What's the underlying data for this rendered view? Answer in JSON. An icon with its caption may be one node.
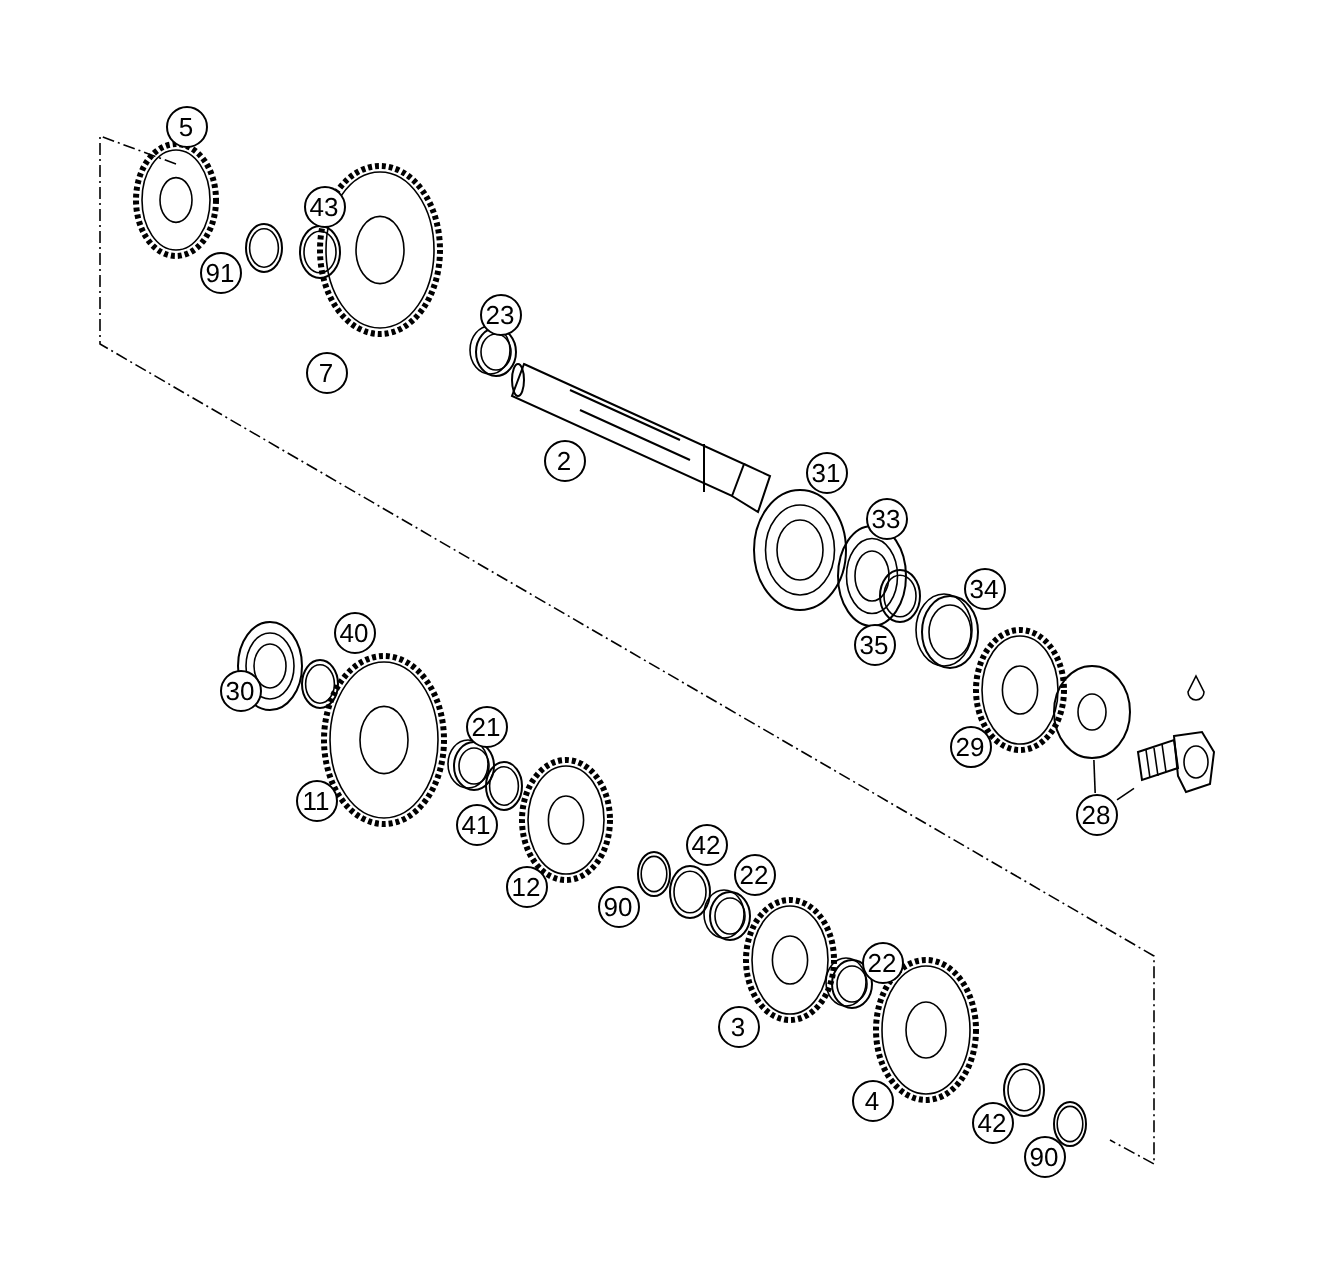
{
  "diagram": {
    "nodes": [
      {
        "text": [
          "5"
        ]
      },
      {
        "text": [
          "43"
        ]
      },
      {
        "text": [
          "91"
        ]
      },
      {
        "text": [
          "23"
        ]
      },
      {
        "text": [
          "7"
        ]
      },
      {
        "text": [
          "2"
        ]
      },
      {
        "text": [
          "31"
        ]
      },
      {
        "text": [
          "33"
        ]
      },
      {
        "text": [
          "34"
        ]
      },
      {
        "text": [
          "35"
        ]
      },
      {
        "text": [
          "40"
        ]
      },
      {
        "text": [
          "30"
        ]
      },
      {
        "text": [
          "21"
        ]
      },
      {
        "text": [
          "29"
        ]
      },
      {
        "text": [
          "28"
        ]
      },
      {
        "text": [
          "11"
        ]
      },
      {
        "text": [
          "41"
        ]
      },
      {
        "text": [
          "12"
        ]
      },
      {
        "text": [
          "42"
        ]
      },
      {
        "text": [
          "22"
        ]
      },
      {
        "text": [
          "90"
        ]
      },
      {
        "text": [
          "3"
        ]
      },
      {
        "text": [
          "22"
        ]
      },
      {
        "text": [
          "4"
        ]
      },
      {
        "text": [
          "42"
        ]
      },
      {
        "text": [
          "90"
        ]
      },
      {
        "text": [],
        "shape": "picture"
      },
      {
        "text": [],
        "shape": "picture"
      }
    ],
    "edges": [
      {
        "from": 14,
        "to": 26,
        "arrow": "none"
      },
      {
        "from": 14,
        "to": 27,
        "arrow": "none"
      }
    ]
  }
}
